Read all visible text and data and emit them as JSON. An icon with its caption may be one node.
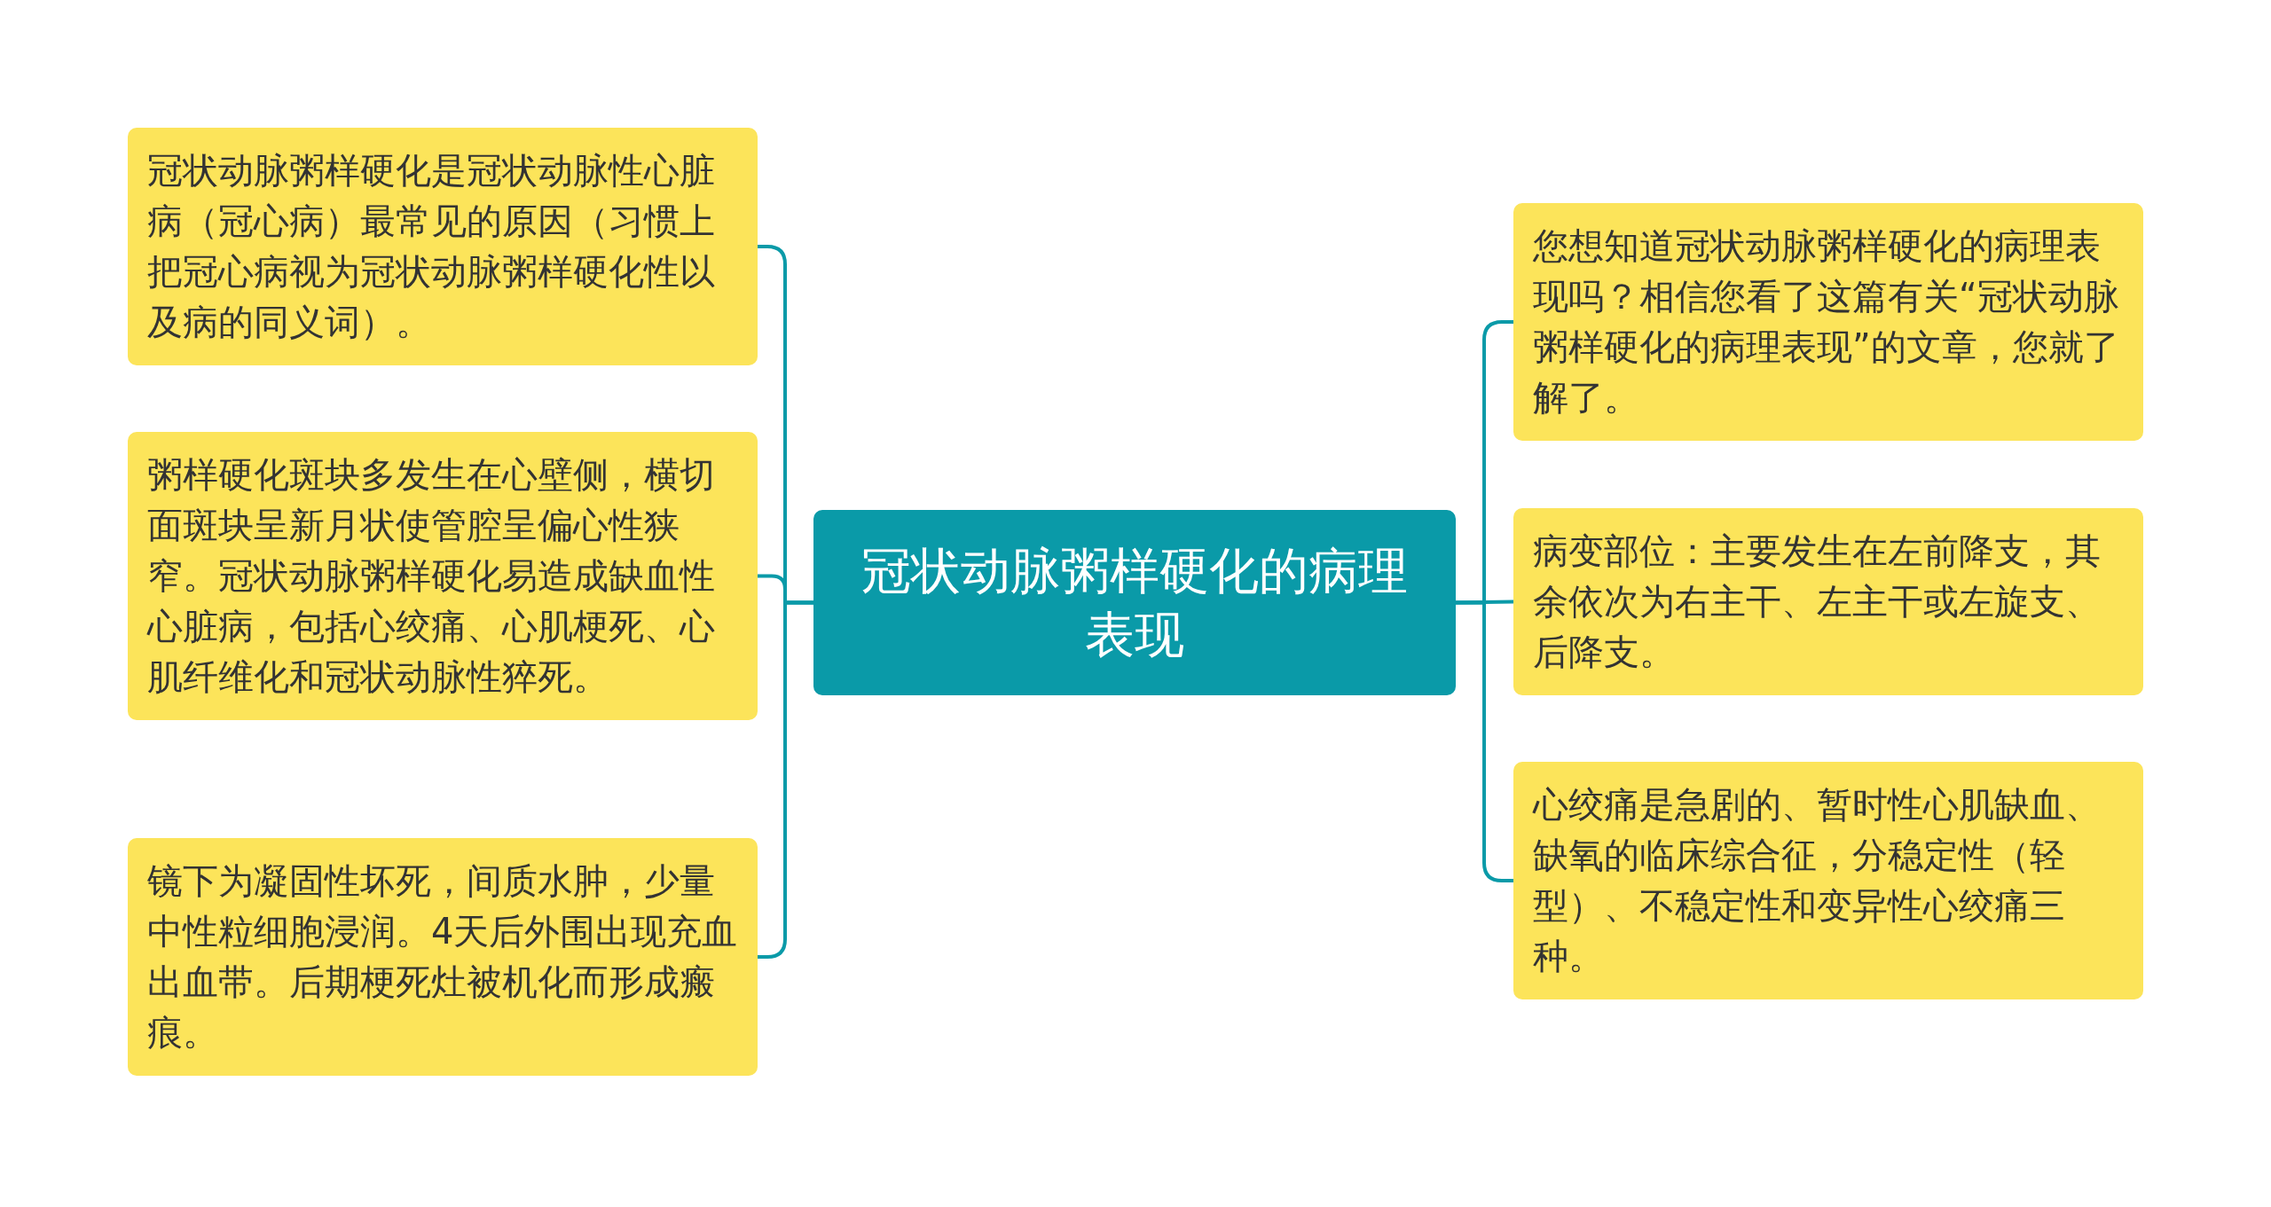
{
  "diagram": {
    "nodes": [
      {
        "text": [
          "冠状动脉粥样硬化的病理表现"
        ]
      },
      {
        "text": [
          "冠状动脉粥样硬化是冠状动脉性心脏病（冠心病）最常见的原因（习惯上把冠心病视为冠状动脉粥样硬化性以及病的同义词）。"
        ]
      },
      {
        "text": [
          "粥样硬化斑块多发生在心壁侧，横切面斑块呈新月状使管腔呈偏心性狭窄。冠状动脉粥样硬化易造成缺血性心脏病，包括心绞痛、心肌梗死、心肌纤维化和冠状动脉性猝死。"
        ]
      },
      {
        "text": [
          "镜下为凝固性坏死，间质水肿，少量中性粒细胞浸润。4天后外围出现充血出血带。后期梗死灶被机化而形成瘢痕。"
        ]
      },
      {
        "text": [
          "您想知道冠状动脉粥样硬化的病理表现吗？相信您看了这篇有关“冠状动脉粥样硬化的病理表现”的文章，您就了解了。"
        ]
      },
      {
        "text": [
          "病变部位：主要发生在左前降支，其余依次为右主干、左主干或左旋支、后降支。"
        ]
      },
      {
        "text": [
          "心绞痛是急剧的、暂时性心肌缺血、缺氧的临床综合征，分稳定性（轻型）、不稳定性和变异性心绞痛三种。"
        ]
      }
    ],
    "edges": [
      {
        "from": 0,
        "to": 1,
        "arrow": "none"
      },
      {
        "from": 0,
        "to": 2,
        "arrow": "none"
      },
      {
        "from": 0,
        "to": 3,
        "arrow": "none"
      },
      {
        "from": 0,
        "to": 4,
        "arrow": "none"
      },
      {
        "from": 0,
        "to": 5,
        "arrow": "none"
      },
      {
        "from": 0,
        "to": 6,
        "arrow": "none"
      }
    ]
  }
}
